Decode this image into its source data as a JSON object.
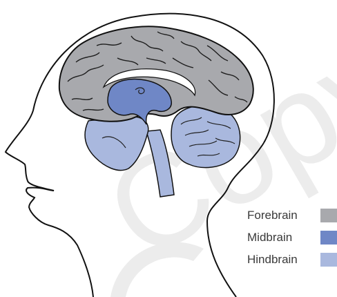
{
  "legend": [
    {
      "label": "Forebrain",
      "color": "#a8a9ad"
    },
    {
      "label": "Midbrain",
      "color": "#6f87c6"
    },
    {
      "label": "Hindbrain",
      "color": "#a9b8de"
    }
  ],
  "watermark": "Copyright",
  "colors": {
    "outline": "#111111",
    "cerebrum": "#a8a9ad",
    "midbrain": "#6f87c6",
    "hindbrain": "#a9b8de",
    "sulci": "#1e1e1e",
    "watermark": "#e9e9e9"
  }
}
